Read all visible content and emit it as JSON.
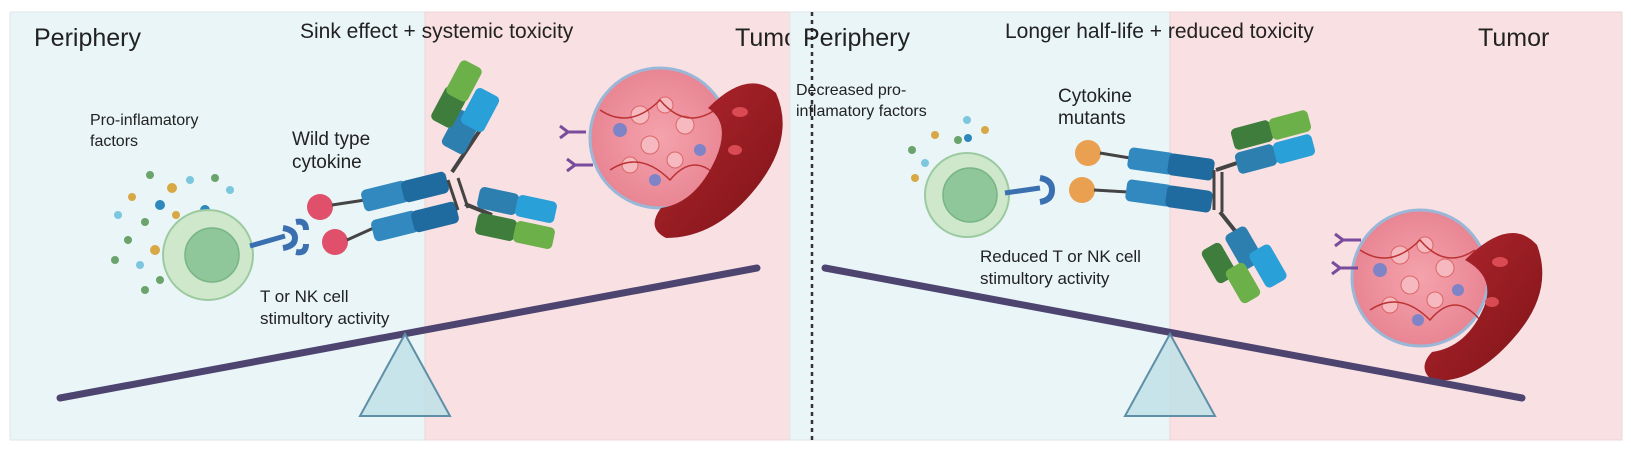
{
  "colors": {
    "periphery_bg": "#eaf5f8",
    "tumor_bg": "#f9e1e3",
    "seesaw_beam": "#4d4570",
    "fulcrum": "#bfe0e8",
    "cytokine_wild": "#e0506a",
    "cytokine_mutant": "#e9a050",
    "antibody_blue": "#2d7fb0",
    "antibody_light_blue": "#2aa0d8",
    "antibody_green": "#3f7d3c",
    "antibody_light_green": "#6cb04a",
    "cell_outer": "#cfe8cc",
    "cell_inner": "#8fc79a"
  },
  "left_panel": {
    "periphery_label": "Periphery",
    "tumor_label": "Tumor",
    "title": "Sink effect + systemic toxicity",
    "factors_label_line1": "Pro-inflamatory",
    "factors_label_line2": "factors",
    "cytokine_label_line1": "Wild type",
    "cytokine_label_line2": "cytokine",
    "cell_label_line1": "T or NK cell",
    "cell_label_line2": "stimultory activity"
  },
  "right_panel": {
    "periphery_label": "Periphery",
    "tumor_label": "Tumor",
    "title": "Longer half-life + reduced toxicity",
    "factors_label_line1": "Decreased pro-",
    "factors_label_line2": "inflamatory factors",
    "cytokine_label_line1": "Cytokine",
    "cytokine_label_line2": "mutants",
    "cell_label_line1": "Reduced T or NK cell",
    "cell_label_line2": "stimultory activity"
  },
  "icons": [
    "t-nk-cell-icon",
    "receptor-icon",
    "cytokine-icon",
    "antibody-fusion-icon",
    "tumor-mass-icon",
    "blood-vessel-icon",
    "seesaw-icon"
  ]
}
